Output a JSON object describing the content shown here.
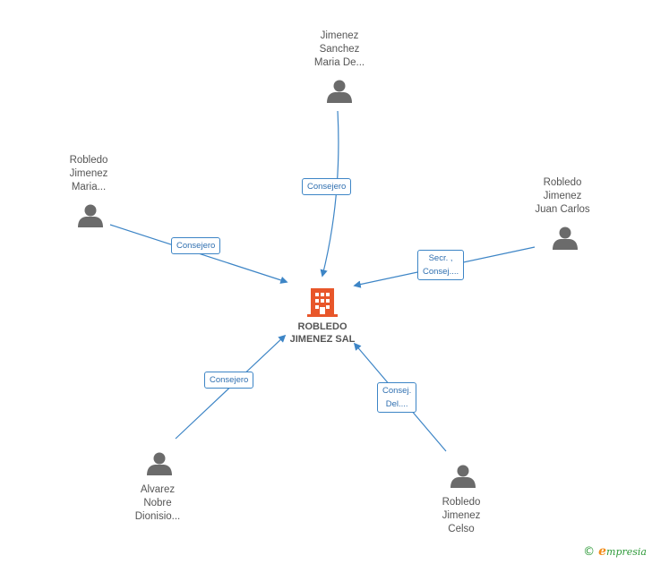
{
  "center": {
    "label_line1": "ROBLEDO",
    "label_line2": "JIMENEZ SAL",
    "icon": "building-icon",
    "color": "#e8562a"
  },
  "people": [
    {
      "id": "p1",
      "lines": "Jimenez\nSanchez\nMaria De...",
      "icon": "person-icon"
    },
    {
      "id": "p2",
      "lines": "Robledo\nJimenez\nMaria...",
      "icon": "person-icon"
    },
    {
      "id": "p3",
      "lines": "Robledo\nJimenez\nJuan Carlos",
      "icon": "person-icon"
    },
    {
      "id": "p4",
      "lines": "Alvarez\nNobre\nDionisio...",
      "icon": "person-icon"
    },
    {
      "id": "p5",
      "lines": "Robledo\nJimenez\nCelso",
      "icon": "person-icon"
    }
  ],
  "edges": [
    {
      "from": "p1",
      "label": "Consejero"
    },
    {
      "from": "p2",
      "label": "Consejero"
    },
    {
      "from": "p3",
      "label": "Secr. ,\nConsej...."
    },
    {
      "from": "p4",
      "label": "Consejero"
    },
    {
      "from": "p5",
      "label": "Consej.\nDel...."
    }
  ],
  "colors": {
    "edge": "#3d85c6",
    "person": "#6b6b6b"
  },
  "watermark": {
    "copyright": "©",
    "brand_initial": "e",
    "brand_rest": "mpresia"
  }
}
